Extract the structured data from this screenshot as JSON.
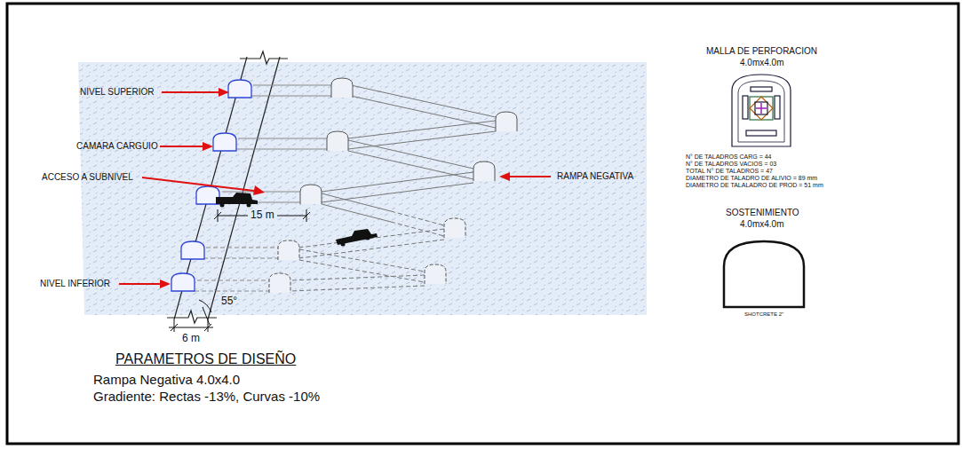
{
  "diagram": {
    "labels": [
      "NIVEL SUPERIOR",
      "CAMARA CARGUIO",
      "ACCESO A SUBNIVEL",
      "RAMPA NEGATIVA",
      "15 m",
      "NIVEL INFERIOR",
      "55°",
      "6 m",
      "PARAMETROS DE DISEÑO",
      "Rampa Negativa 4.0x4.0",
      "Gradiente: Rectas -13%, Curvas -10%",
      "MALLA DE PERFORACION",
      "4.0mx4.0m",
      "N° DE TALADROS CARG = 44",
      "N° DE TALADROS VACIOS = 03",
      "TOTAL N° DE TALADROS = 47",
      "DIAMETRO DE TALADRO DE ALIVIO = 89 mm",
      "DIAMETRO DE TALALADRO DE PROD = 51 mm",
      "SOSTENIMIENTO",
      "4.0mx4.0m",
      "SHOTCRETE 2\""
    ]
  }
}
